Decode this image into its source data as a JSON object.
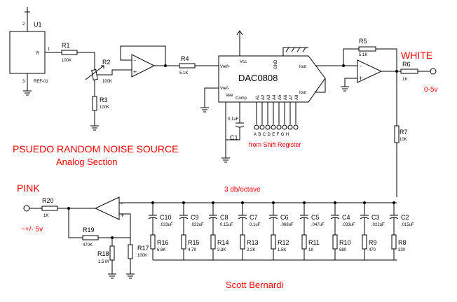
{
  "labels": {
    "u1": "U1",
    "u1_pin2": "2",
    "u1_pin1": "1",
    "u1_pin3": "3",
    "u1_pin_r": "R",
    "u1_part": "REF-01",
    "r1": "R1",
    "r1_val": "100K",
    "r2": "R2",
    "r2_val": "100K",
    "r3": "R3",
    "r3_val": "100K",
    "r4": "R4",
    "r4_val": "5.1K",
    "dac": "DAC0808",
    "dac_vcc": "Vcc",
    "dac_gnd": "GND",
    "dac_vrefp": "Vref+",
    "dac_vrefm": "Vref-",
    "dac_vee": "Vee",
    "dac_comp": "Comp",
    "dac_iout": "Iout",
    "dac_iout2": "Iout",
    "dac_pins": [
      "A1",
      "A2",
      "A3",
      "A4",
      "A5",
      "A6",
      "A7",
      "A8"
    ],
    "c1": "C1",
    "c1_val": "0.1uF",
    "shift_inputs": "ABCDEFGH",
    "from_shift": "from Shift Register",
    "r5": "R5",
    "r5_val": "5.1K",
    "r6": "R6",
    "r6_val": "1K",
    "white": "WHITE",
    "white_range": "0-5v",
    "r7": "R7",
    "r7_val": "10K",
    "title1": "PSUEDO RANDOM NOISE SOURCE",
    "title2": "Analog Section",
    "pink": "PINK",
    "pink_range": "~+/- 5v",
    "r20": "R20",
    "r20_val": "1K",
    "r19": "R19",
    "r19_val": "470K",
    "r18": "R18",
    "r18_val": "1.5 M",
    "r17": "R17",
    "r17_val": "100K",
    "slope": "3 db/octave",
    "author": "Scott Bernardi"
  },
  "ladder": [
    {
      "c": "C10",
      "cv": ".033uF",
      "r": "R16",
      "rv": "6.8K"
    },
    {
      "c": "C9",
      "cv": ".022uF",
      "r": "R15",
      "rv": "4.7K"
    },
    {
      "c": "C8",
      "cv": "0.15uF",
      "r": "R14",
      "rv": "3.3K"
    },
    {
      "c": "C7",
      "cv": "0.1uF",
      "r": "R13",
      "rv": "2.2K"
    },
    {
      "c": "C6",
      "cv": ".068uF",
      "r": "R12",
      "rv": "1.5K"
    },
    {
      "c": "C5",
      "cv": ".047uF",
      "r": "R11",
      "rv": "1K"
    },
    {
      "c": "C4",
      "cv": ".033uF",
      "r": "R10",
      "rv": "680"
    },
    {
      "c": "C3",
      "cv": ".022uF",
      "r": "R9",
      "rv": "470"
    },
    {
      "c": "C2",
      "cv": ".015uF",
      "r": "R8",
      "rv": "330"
    }
  ]
}
